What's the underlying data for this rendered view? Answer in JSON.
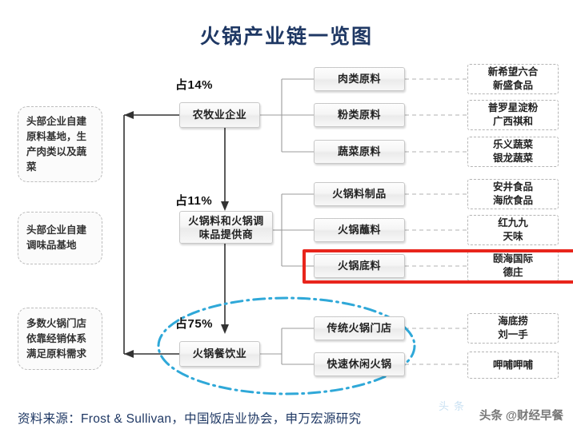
{
  "page": {
    "title": "火锅产业链一览图",
    "accent_title_color": "#1f3864",
    "highlight_color": "#e8251c",
    "ellipse_color": "#2fa8d8"
  },
  "notes": [
    {
      "name": "note-upstream-farming",
      "text": "头部企业自建原料基地，生产肉类以及蔬菜"
    },
    {
      "name": "note-seasoning-base",
      "text": "头部企业自建调味品基地"
    },
    {
      "name": "note-distribution",
      "text": "多数火锅门店依靠经销体系满足原料需求"
    }
  ],
  "percentages": [
    {
      "name": "pct-farming",
      "text": "占14%"
    },
    {
      "name": "pct-seasoning",
      "text": "占11%"
    },
    {
      "name": "pct-catering",
      "text": "占75%"
    }
  ],
  "tiers": [
    {
      "name": "tier-farming",
      "label": "农牧业企业"
    },
    {
      "name": "tier-seasoning",
      "label_line1": "火锅料和火锅调",
      "label_line2": "味品提供商"
    },
    {
      "name": "tier-catering",
      "label": "火锅餐饮业"
    }
  ],
  "categories": [
    {
      "name": "cat-meat",
      "label": "肉类原料"
    },
    {
      "name": "cat-flour",
      "label": "粉类原料"
    },
    {
      "name": "cat-vegetable",
      "label": "蔬菜原料"
    },
    {
      "name": "cat-hotpot-products",
      "label": "火锅料制品"
    },
    {
      "name": "cat-dipping-sauce",
      "label": "火锅蘸料"
    },
    {
      "name": "cat-soup-base",
      "label": "火锅底料"
    },
    {
      "name": "cat-traditional-store",
      "label": "传统火锅门店"
    },
    {
      "name": "cat-fast-casual",
      "label": "快速休闲火锅"
    }
  ],
  "companies": [
    {
      "name": "company-meat",
      "line1": "新希望六合",
      "line2": "新盛食品"
    },
    {
      "name": "company-flour",
      "line1": "普罗星淀粉",
      "line2": "广西祺和"
    },
    {
      "name": "company-vegetable",
      "line1": "乐义蔬菜",
      "line2": "银龙蔬菜"
    },
    {
      "name": "company-hotpot-products",
      "line1": "安井食品",
      "line2": "海欣食品"
    },
    {
      "name": "company-dipping-sauce",
      "line1": "红九九",
      "line2": "天味"
    },
    {
      "name": "company-soup-base",
      "line1": "颐海国际",
      "line2": "德庄"
    },
    {
      "name": "company-traditional-store",
      "line1": "海底捞",
      "line2": "刘一手"
    },
    {
      "name": "company-fast-casual",
      "line1": "呷哺呷哺",
      "line2": ""
    }
  ],
  "footer": {
    "source": "资料来源：Frost & Sullivan，中国饭店业协会，申万宏源研究",
    "watermark": "头条 @财经早餐",
    "watermark_ghost": "头条"
  }
}
